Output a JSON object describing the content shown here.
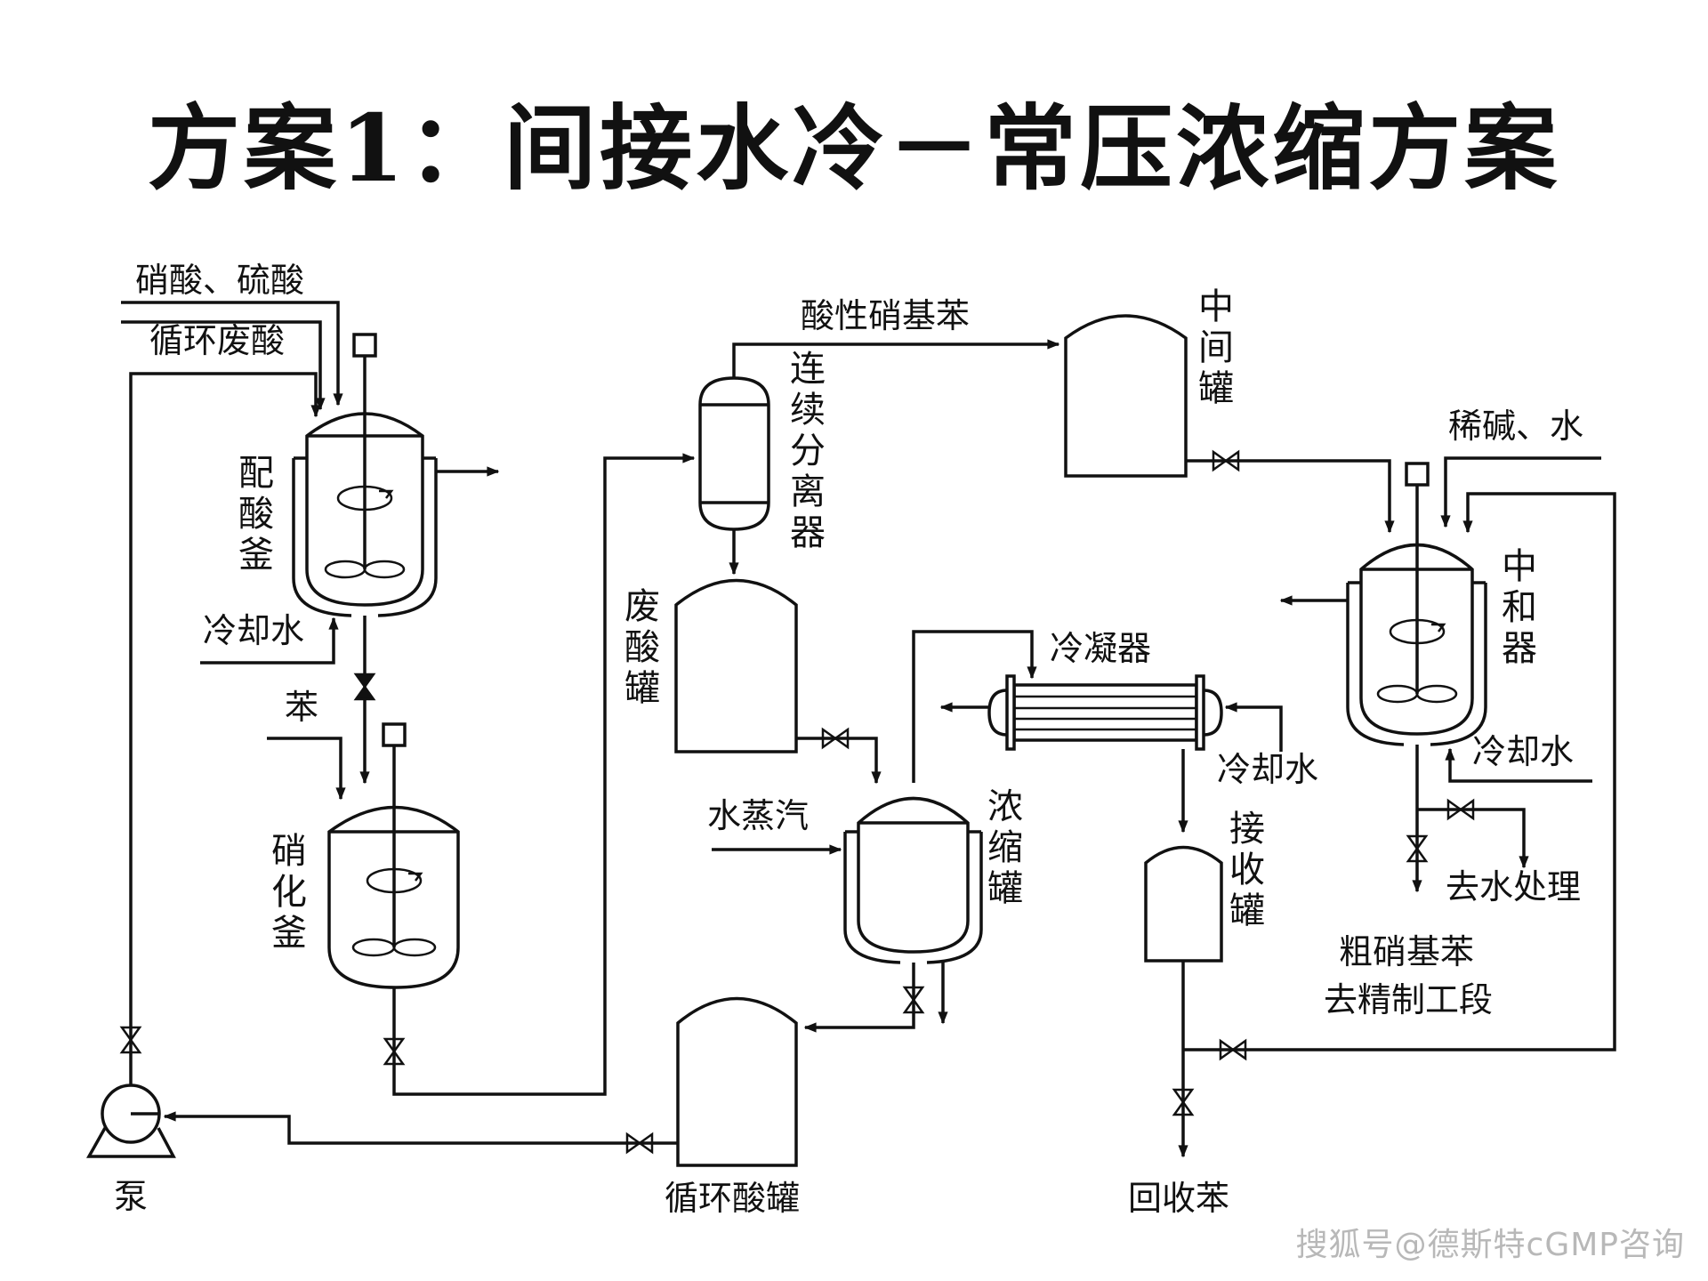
{
  "title": "方案1：间接水冷－常压浓缩方案",
  "labels": {
    "nitric_sulfuric": "硝酸、硫酸",
    "recycle_waste_acid": "循环废酸",
    "acid_mixer": "配酸釜",
    "cooling_water_1": "冷却水",
    "benzene": "苯",
    "nitrator": "硝化釜",
    "pump": "泵",
    "acidic_nitrobenzene": "酸性硝基苯",
    "separator": "连续分离器",
    "waste_acid_tank": "废酸罐",
    "steam": "水蒸汽",
    "concentrator": "浓缩罐",
    "recycle_acid_tank": "循环酸罐",
    "condenser": "冷凝器",
    "cooling_water_2": "冷却水",
    "receiver": "接收罐",
    "recovered_benzene": "回收苯",
    "intermediate_tank": "中间罐",
    "dilute_alkali_water": "稀碱、水",
    "neutralizer": "中和器",
    "cooling_water_3": "冷却水",
    "to_water_treatment": "去水处理",
    "crude_nb_line1": "粗硝基苯",
    "crude_nb_line2": "去精制工段"
  },
  "watermark": "搜狐号@德斯特cGMP咨询"
}
